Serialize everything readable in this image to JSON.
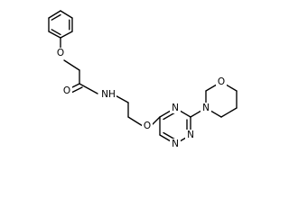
{
  "molecule": {
    "atoms": {
      "o_phenoxy": "O",
      "o_carbonyl": "O",
      "n_amide": "N",
      "h_amide": "H",
      "o_ether": "O",
      "n_triazine_1": "N",
      "n_triazine_2": "N",
      "n_triazine_3": "N",
      "n_morpholine": "N",
      "o_morpholine": "O"
    }
  }
}
